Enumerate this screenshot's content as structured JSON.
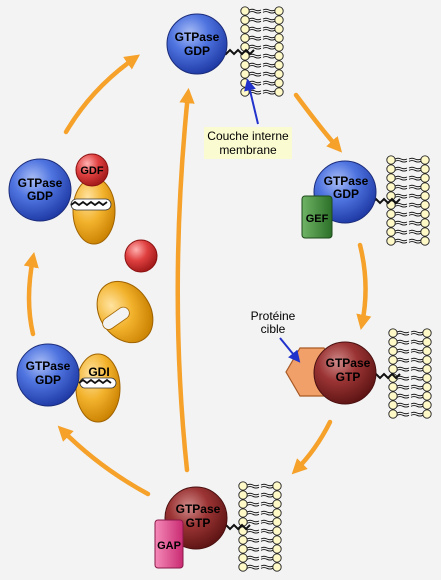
{
  "labels": {
    "gtpase": "GTPase",
    "gdp": "GDP",
    "gtp": "GTP",
    "gdf": "GDF",
    "gdi": "GDI",
    "gef": "GEF",
    "gap": "GAP",
    "membrane_line1": "Couche interne",
    "membrane_line2": "membrane",
    "target_line1": "Protéine",
    "target_line2": "cible"
  },
  "colors": {
    "background": "#f3f3f3",
    "arrow": "#f5a12a",
    "gtpase_gdp": "#4166d8",
    "gtpase_gtp": "#8f2a2a",
    "gdf": "#d93434",
    "gdi": "#efab22",
    "gef": "#3f8a3a",
    "gap": "#e3488a",
    "target": "#f2a06a",
    "lipid_head": "#fff9c8",
    "callout_bg": "#fbfbd2",
    "pointer": "#2233cc"
  },
  "icons": [
    "anchor-zigzag-icon",
    "lipid-bilayer-icon",
    "cycle-arrow-icon"
  ]
}
